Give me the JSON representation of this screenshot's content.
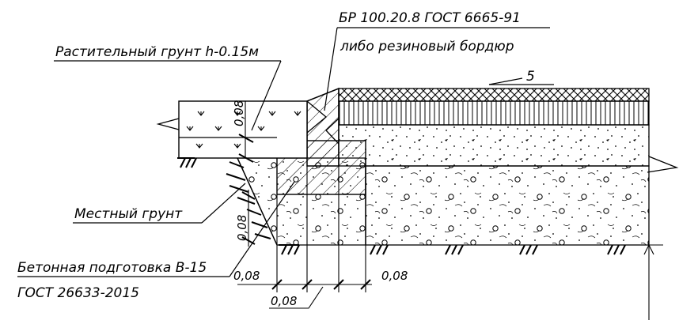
{
  "labels": {
    "curb_line1": "БР 100.20.8 ГОСТ 6665-91",
    "curb_line2": "либо резиновый бордюр",
    "topsoil": "Растительный грунт h-0.15м",
    "slope": "5",
    "local_soil": "Местный грунт",
    "concrete_line1": "Бетонная подготовка В-15",
    "concrete_line2": "ГОСТ 26633-2015"
  },
  "dims": {
    "topsoil_h": "0,08",
    "side_h": "0,08",
    "bottom_left": "0,08",
    "bottom_mid": "0,08",
    "bottom_right": "0,08"
  }
}
